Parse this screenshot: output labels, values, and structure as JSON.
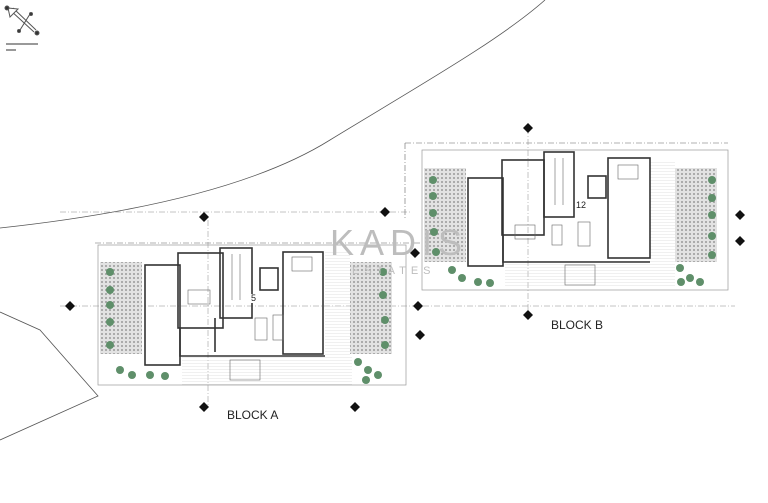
{
  "drawing": {
    "blocks": [
      {
        "label": "BLOCK A",
        "unit_number": "5"
      },
      {
        "label": "BLOCK B",
        "unit_number": "12"
      }
    ],
    "watermark": {
      "logo_text": "KADIS",
      "sub_text": "ESTATES"
    },
    "north_arrow_icon": "north-arrow-icon",
    "colors": {
      "line": "#333333",
      "garden_hatch": "#bdbdbd",
      "tree": "#5f8f6a",
      "watermark": "#b8b8b8",
      "watermark_accent": "#e6c77a"
    }
  }
}
